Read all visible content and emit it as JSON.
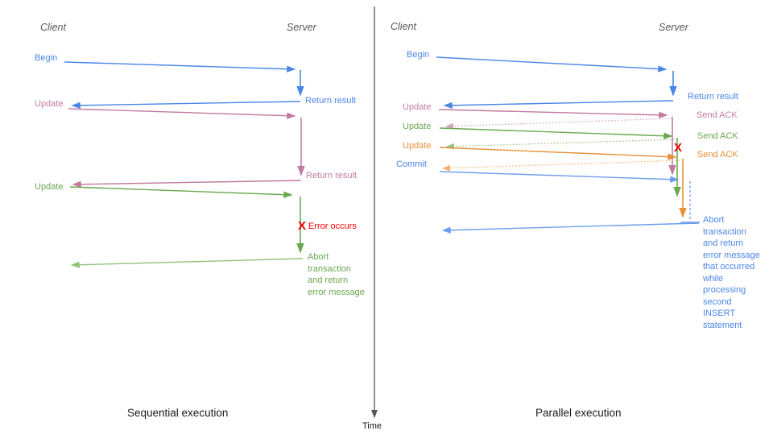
{
  "palette": {
    "blue": "#4a86e8",
    "light_blue": "#6d9eeb",
    "pink": "#c27ba0",
    "light_pink": "#d5a6bd",
    "green": "#6aa84f",
    "light_green": "#93c47d",
    "orange": "#e69138",
    "light_orange": "#f6b26b",
    "red": "#ff0000",
    "axis_gray": "#595959"
  },
  "time_axis_label": "Time",
  "sequential": {
    "title": "Sequential execution",
    "client_header": "Client",
    "server_header": "Server",
    "labels": {
      "begin": "Begin",
      "return_result_1": "Return result",
      "update_1": "Update",
      "return_result_2": "Return result",
      "update_2": "Update",
      "error_x": "X",
      "error_occurs": "Error occurs",
      "abort_note": "Abort\ntransaction\nand return\nerror message"
    }
  },
  "parallel": {
    "title": "Parallel execution",
    "client_header": "Client",
    "server_header": "Server",
    "labels": {
      "begin": "Begin",
      "return_result": "Return result",
      "update_1": "Update",
      "send_ack_1": "Send ACK",
      "update_2": "Update",
      "send_ack_2": "Send ACK",
      "update_3": "Update",
      "send_ack_3": "Send ACK",
      "commit": "Commit",
      "error_x": "X",
      "abort_note": "Abort\ntransaction\nand return\nerror message\nthat occurred\nwhile\nprocessing\nsecond\nINSERT\nstatement"
    }
  }
}
